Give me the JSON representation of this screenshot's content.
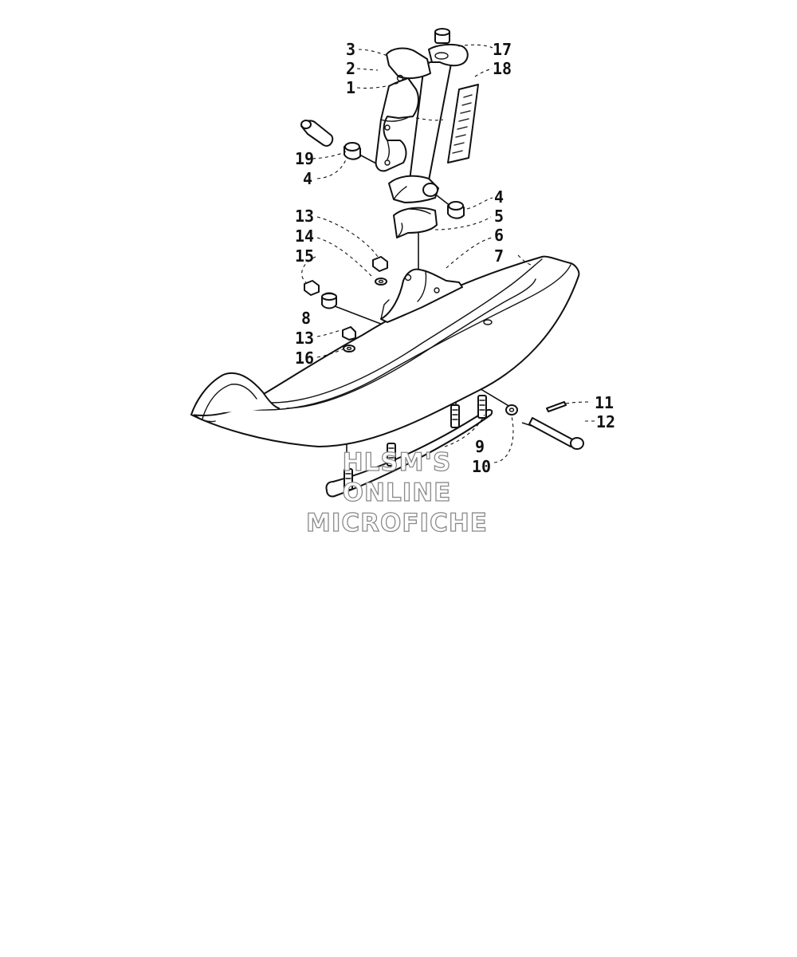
{
  "callouts": [
    "1",
    "2",
    "3",
    "4",
    "4",
    "5",
    "6",
    "7",
    "8",
    "9",
    "10",
    "11",
    "12",
    "13",
    "13",
    "14",
    "15",
    "16",
    "17",
    "18",
    "19"
  ],
  "watermark": {
    "line1": "HLSM'S",
    "line2": "ONLINE",
    "line3": "MICROFICHE"
  },
  "colors": {
    "ink": "#111111",
    "watermark_outline": "#8a8a8a",
    "background": "#ffffff"
  }
}
